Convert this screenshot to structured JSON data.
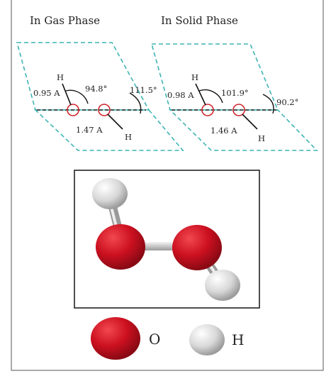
{
  "gas_phase": {
    "title": "In Gas Phase",
    "atom_h": "H",
    "bond_oh": "0.95 A",
    "angle_hoo": "94.8°",
    "dihedral": "111.5°",
    "bond_oo": "1.47 A"
  },
  "solid_phase": {
    "title": "In Solid Phase",
    "atom_h": "H",
    "bond_oh": "0.98 A",
    "angle_hoo": "101.9°",
    "dihedral": "90.2°",
    "bond_oo": "1.46 A"
  },
  "legend": {
    "oxygen_label": "O",
    "hydrogen_label": "H"
  },
  "colors": {
    "oxygen": "#cc1020",
    "hydrogen": "#d6d6d6",
    "plane_dash": "#3fb3b3",
    "atom_outline": "#d0252c"
  }
}
